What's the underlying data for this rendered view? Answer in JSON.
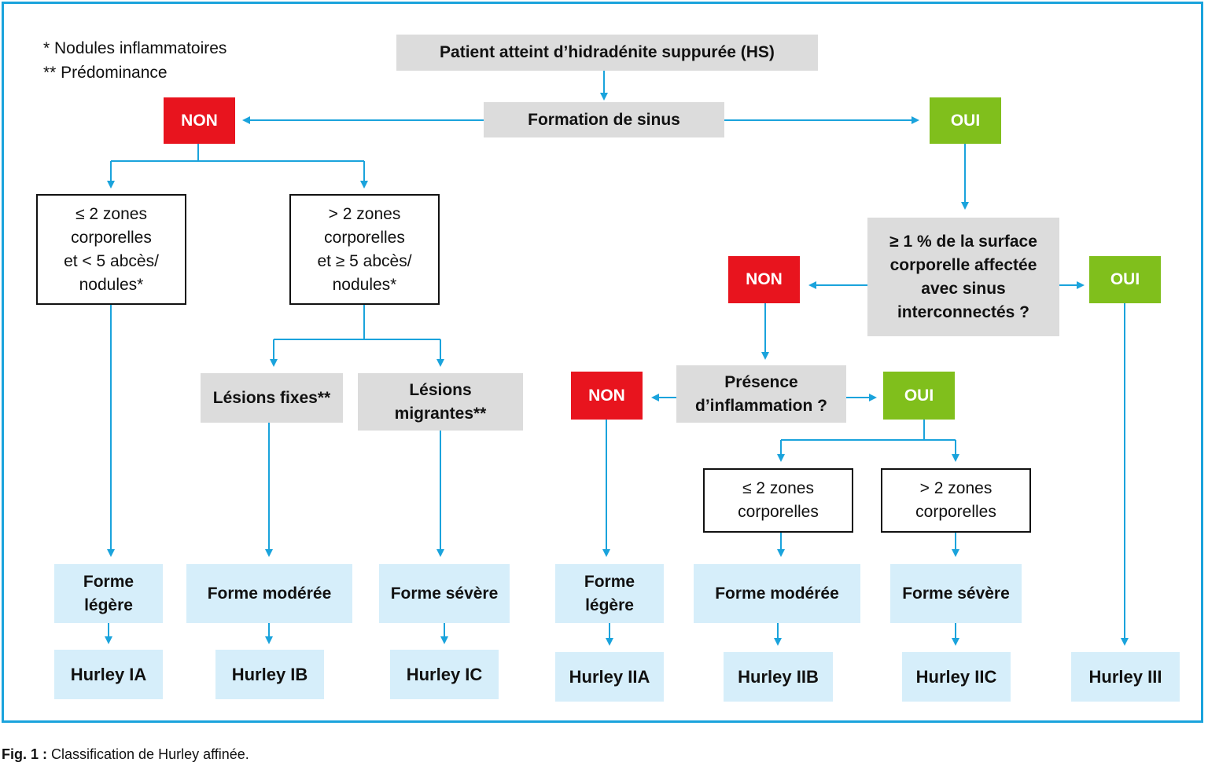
{
  "legend": {
    "line1": "* Nodules inflammatoires",
    "line2": "** Prédominance"
  },
  "nodes": {
    "patient": "Patient atteint d’hidradénite suppurée (HS)",
    "sinus": "Formation de sinus",
    "non_left": "NON",
    "oui_top": "OUI",
    "le2_zones": "≤ 2 zones\ncorporelles\net < 5 abcès/\nnodules*",
    "gt2_zones": "> 2 zones\ncorporelles\net ≥ 5 abcès/\nnodules*",
    "fixed": "Lésions fixes**",
    "migrating": "Lésions\nmigrantes**",
    "surface": "≥ 1 % de la surface\ncorporelle affectée\navec sinus\ninterconnectés ?",
    "non_mid": "NON",
    "oui_right": "OUI",
    "inflammation": "Présence\nd’inflammation ?",
    "non_low": "NON",
    "oui_low": "OUI",
    "le2_zones_b": "≤ 2 zones\ncorporelles",
    "gt2_zones_b": "> 2 zones\ncorporelles",
    "forme_legere_1": "Forme\nlégère",
    "forme_moderee_1": "Forme modérée",
    "forme_severe_1": "Forme sévère",
    "forme_legere_2": "Forme\nlégère",
    "forme_moderee_2": "Forme modérée",
    "forme_severe_2": "Forme sévère",
    "hurley_ia": "Hurley IA",
    "hurley_ib": "Hurley IB",
    "hurley_ic": "Hurley IC",
    "hurley_iia": "Hurley IIA",
    "hurley_iib": "Hurley IIB",
    "hurley_iic": "Hurley IIC",
    "hurley_iii": "Hurley III"
  },
  "caption": {
    "label": "Fig. 1 :",
    "text": " Classification de Hurley affinée."
  },
  "colors": {
    "arrow": "#1aa3dc",
    "no": "#e8141e",
    "yes": "#80bf1c",
    "grey_box": "#dcdcdc",
    "result_box": "#d6eefa"
  }
}
